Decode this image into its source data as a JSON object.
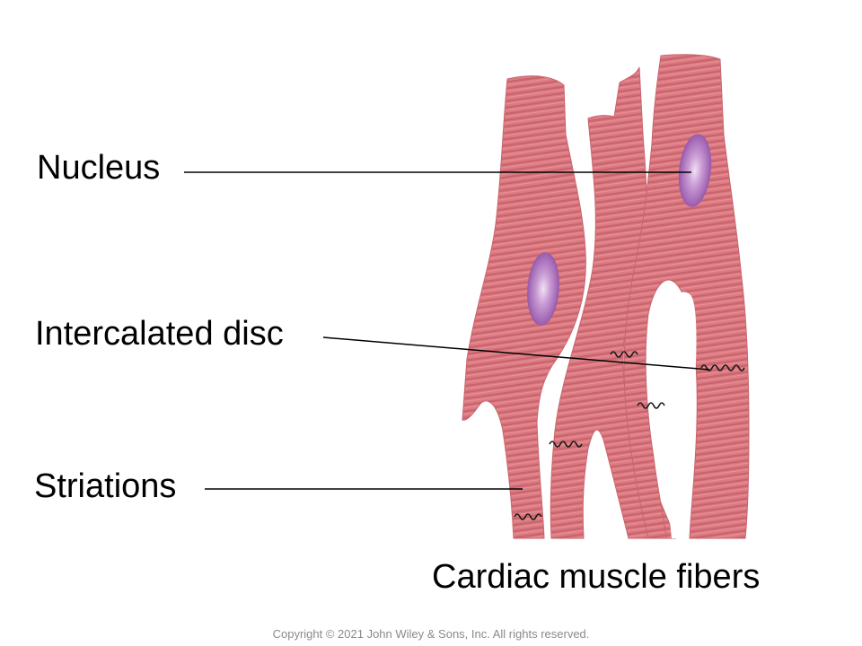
{
  "labels": {
    "nucleus": "Nucleus",
    "intercalated_disc": "Intercalated disc",
    "striations": "Striations"
  },
  "caption": "Cardiac muscle fibers",
  "copyright": "Copyright © 2021 John Wiley & Sons, Inc. All rights reserved.",
  "colors": {
    "fiber": "#d9737b",
    "fiber_dark": "#b9525c",
    "striation": "#c25a64",
    "nucleus": "#a970b8",
    "nucleus_inner": "#e2c6ea",
    "leader_line": "#000000",
    "disc": "#1a1a1a"
  }
}
